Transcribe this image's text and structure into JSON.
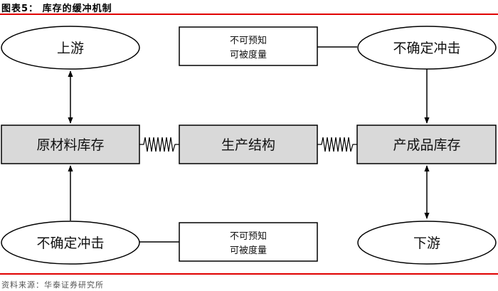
{
  "figure": {
    "title": "图表5：  库存的缓冲机制",
    "source": "资料来源：华泰证券研究所",
    "accent_color": "#e00000"
  },
  "nodes": {
    "upstream": "上游",
    "shock_top": "不确定冲击",
    "unpredictable_top_line1": "不可预知",
    "unpredictable_top_line2": "可被度量",
    "raw_inventory": "原材料库存",
    "production": "生产结构",
    "finished_inventory": "产成品库存",
    "shock_bottom": "不确定冲击",
    "unpredictable_bottom_line1": "不可预知",
    "unpredictable_bottom_line2": "可被度量",
    "downstream": "下游"
  }
}
